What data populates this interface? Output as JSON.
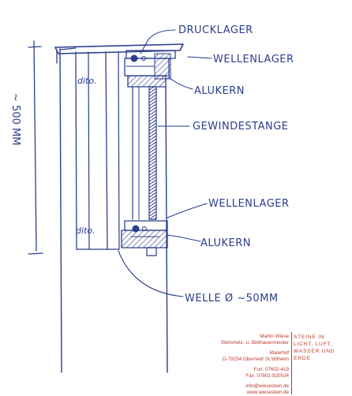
{
  "labels": {
    "drucklager": "DRUCKLAGER",
    "wellenlager_top": "WELLENLAGER",
    "alukern_top": "ALUKERN",
    "gewindestange": "GEWINDESTANGE",
    "wellenlager_bottom": "WELLENLAGER",
    "alukern_bottom": "ALUKERN",
    "welle": "WELLE Ø ~50MM",
    "dito_top": "dito.",
    "dito_bottom": "dito.",
    "height_dim": "~ 500 MM"
  },
  "footer": {
    "name": "Martin Wiese",
    "profession": "Steinmetz- u. Bildhauermeister",
    "street": "Maierhof",
    "city": "D-79254 Oberried/ St.Wilhelm",
    "phone": "Fon: 07602-419",
    "fax": "Fax: 07602-920534",
    "email": "info@wiesestein.de",
    "web": "www.wiesestein.de",
    "tagline": [
      "STEINE IN",
      "LICHT, LUFT,",
      "WASSER UND",
      "ERDE"
    ]
  },
  "colors": {
    "ink": "#2b3e8e",
    "footer_red": "#c0392b"
  }
}
